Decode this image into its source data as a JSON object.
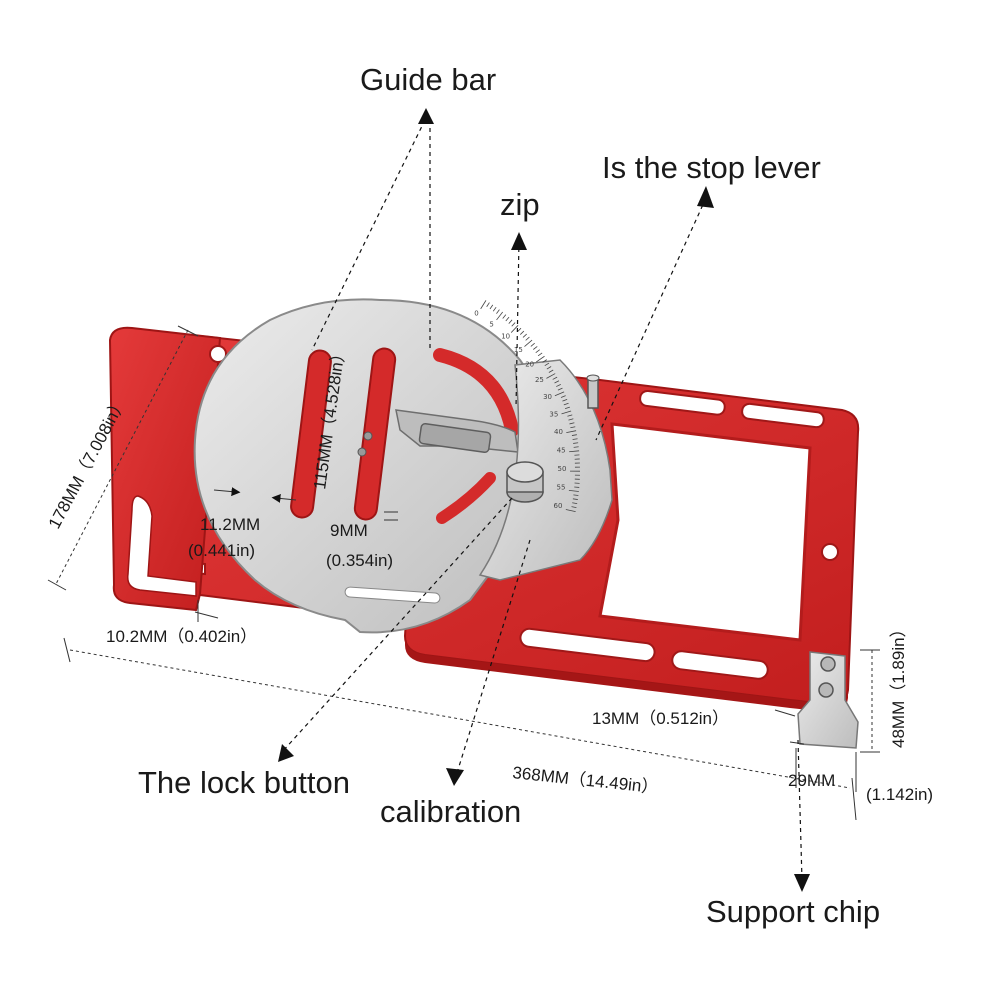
{
  "callouts": {
    "guide_bar": "Guide bar",
    "stop_lever": "Is the stop lever",
    "zip": "zip",
    "lock_button": "The lock button",
    "calibration": "calibration",
    "support_chip": "Support chip"
  },
  "dimensions": {
    "height_178": "178MM（7.008in）",
    "length_115": "115MM（4.528in）",
    "width_11_2": "11.2MM",
    "width_11_2_in": "(0.441in)",
    "width_9": "9MM",
    "width_9_in": "(0.354in)",
    "gap_10_2": "10.2MM（0.402in）",
    "gap_13": "13MM（0.512in）",
    "length_368": "368MM（14.49in）",
    "height_48": "48MM（1.89in）",
    "width_29": "29MM",
    "width_29_in": "(1.142in)"
  },
  "scale_marks": [
    "0",
    "5",
    "10",
    "15",
    "20",
    "25",
    "30",
    "35",
    "40",
    "45",
    "50",
    "55",
    "60"
  ],
  "colors": {
    "frame_red": "#d42a2a",
    "frame_edge": "#9e1515",
    "steel": "#d9d9d9",
    "steel_edge": "#8a8a8a",
    "text": "#1a1a1a"
  }
}
